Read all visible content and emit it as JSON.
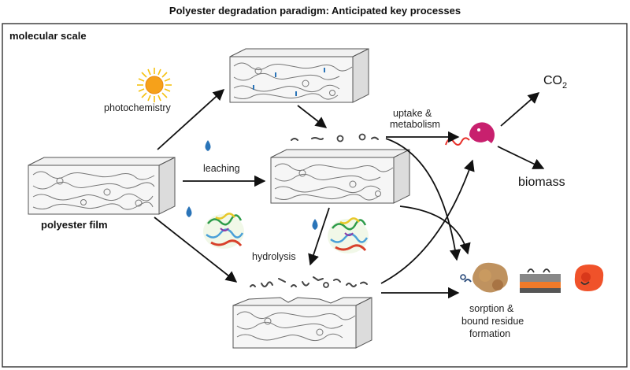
{
  "title": "Polyester degradation paradigm: Anticipated key processes",
  "panel_label": "molecular scale",
  "labels": {
    "film": "polyester film",
    "photochemistry": "photochemistry",
    "leaching": "leaching",
    "hydrolysis": "hydrolysis",
    "uptake_line1": "uptake &",
    "uptake_line2": "metabolism",
    "co2": "CO",
    "co2_sub": "2",
    "biomass": "biomass",
    "sorption_line1": "sorption &",
    "sorption_line2": "bound residue",
    "sorption_line3": "formation"
  },
  "colors": {
    "sun": "#f6a11a",
    "water": "#2a74b8",
    "microbe": "#c8206e",
    "soil": "#b8864e",
    "orange_particle": "#f0522a"
  }
}
